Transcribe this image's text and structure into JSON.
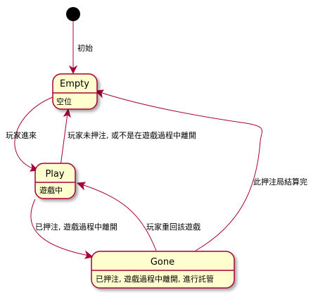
{
  "colors": {
    "state_fill": "#FEFECE",
    "state_border": "#A80036",
    "edge": "#A80036",
    "initial": "#000000"
  },
  "states": {
    "empty": {
      "name": "Empty",
      "description": "空位"
    },
    "play": {
      "name": "Play",
      "description": "遊戲中"
    },
    "gone": {
      "name": "Gone",
      "description": "已押注, 遊戲過程中離開, 進行託管"
    }
  },
  "transitions": {
    "initial_to_empty": "初始",
    "empty_to_play": "玩家進來",
    "play_to_empty": "玩家未押注, 或不是在遊戲過程中離開",
    "play_to_gone": "已押注, 遊戲過程中離開",
    "gone_to_play": "玩家重回該遊戲",
    "gone_to_empty": "此押注局結算完"
  }
}
